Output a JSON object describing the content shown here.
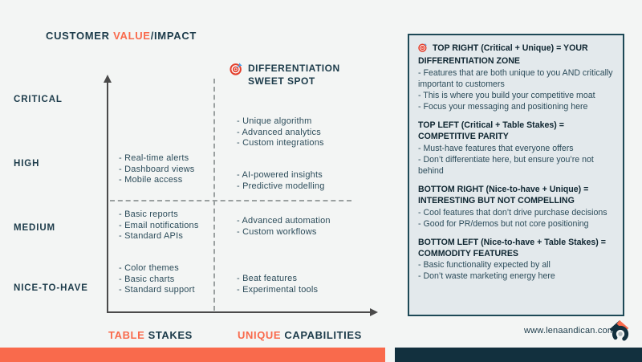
{
  "colors": {
    "background": "#f3f5f4",
    "accent_orange": "#f96a4c",
    "navy_text": "#1c3b4a",
    "panel_background": "#e3e9ec",
    "panel_border": "#1d4956",
    "axis_gray": "#4a4a4a",
    "bar_navy": "#12303e"
  },
  "title": {
    "pre": "CUSTOMER ",
    "accent": "VALUE",
    "post": "/IMPACT"
  },
  "y_axis_labels": [
    "CRITICAL",
    "HIGH",
    "MEDIUM",
    "NICE-TO-HAVE"
  ],
  "x_axis_labels": [
    {
      "accent": "TABLE ",
      "rest": "STAKES"
    },
    {
      "accent": "UNIQUE ",
      "rest": "CAPABILITIES"
    }
  ],
  "sweet_spot": {
    "icon": "target-icon",
    "line1": "DIFFERENTIATION",
    "line2": "SWEET SPOT"
  },
  "quadrant_items": {
    "top_left": [
      "- Real-time alerts",
      "- Dashboard views",
      "- Mobile access"
    ],
    "top_right_upper": [
      "- Unique algorithm",
      "- Advanced analytics",
      "- Custom integrations"
    ],
    "top_right_lower": [
      "- AI-powered insights",
      "- Predictive modelling"
    ],
    "bottom_left_upper": [
      "- Basic reports",
      "- Email notifications",
      "- Standard APIs"
    ],
    "bottom_left_lower": [
      "- Color themes",
      "- Basic charts",
      "- Standard support"
    ],
    "bottom_right_upper": [
      "- Advanced automation",
      "- Custom workflows"
    ],
    "bottom_right_lower": [
      "- Beat features",
      "- Experimental tools"
    ]
  },
  "panel": {
    "sections": [
      {
        "icon": "target-icon",
        "heading": "TOP RIGHT (Critical + Unique) = YOUR DIFFERENTIATION ZONE",
        "bullets": [
          "- Features that are both unique to you AND critically important to customers",
          "- This is where you build your competitive moat",
          "- Focus your messaging and positioning here"
        ]
      },
      {
        "heading": "TOP LEFT (Critical + Table Stakes) = COMPETITIVE PARITY",
        "bullets": [
          "- Must-have features that everyone offers",
          "- Don’t differentiate here, but ensure you’re not behind"
        ]
      },
      {
        "heading": "BOTTOM RIGHT (Nice-to-have + Unique) = INTERESTING BUT NOT COMPELLING",
        "bullets": [
          "- Cool features that don’t drive purchase decisions",
          "- Good for PR/demos but not core positioning"
        ]
      },
      {
        "heading": "BOTTOM LEFT (Nice-to-have + Table Stakes) = COMMODITY FEATURES",
        "bullets": [
          "- Basic functionality expected by all",
          "- Don’t waste marketing energy here"
        ]
      }
    ]
  },
  "footer": {
    "website": "www.lenaandican.com"
  }
}
